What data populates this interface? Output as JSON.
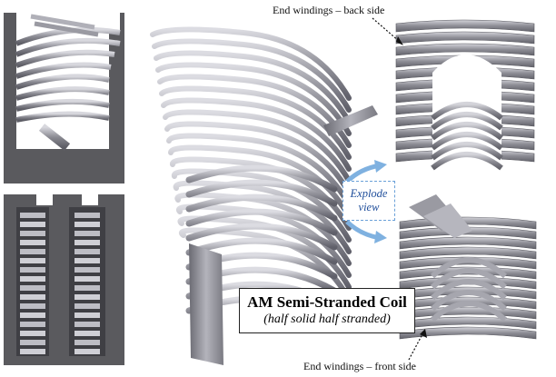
{
  "captions": {
    "back_side": "End windings – back side",
    "front_side": "End windings – front side"
  },
  "explode": {
    "line1": "Explode",
    "line2": "view"
  },
  "title": {
    "main": "AM Semi-Stranded Coil",
    "sub": "(half solid half stranded)"
  },
  "colors": {
    "coil": "#8c8c94",
    "coil_highlight": "#d2d2d8",
    "core": "#58585c",
    "arrow": "#7fb1e0",
    "label_blue": "#1e4d9a"
  }
}
